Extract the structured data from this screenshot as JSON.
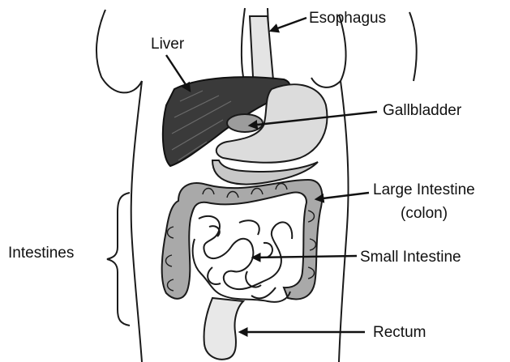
{
  "figure": {
    "colors": {
      "ink": "#1a1a1a",
      "liver_fill": "#3a3a3a",
      "stomach_fill": "#dcdcdc",
      "organ_fill": "#c8c8c8",
      "colon_fill": "#a9a9a9",
      "rectum_fill": "#e8e8e8",
      "background": "#ffffff"
    },
    "labels": {
      "esophagus": "Esophagus",
      "liver": "Liver",
      "gallbladder": "Gallbladder",
      "large_intestine": "Large Intestine",
      "colon": "(colon)",
      "intestines": "Intestines",
      "small_intestine": "Small Intestine",
      "rectum": "Rectum"
    }
  }
}
